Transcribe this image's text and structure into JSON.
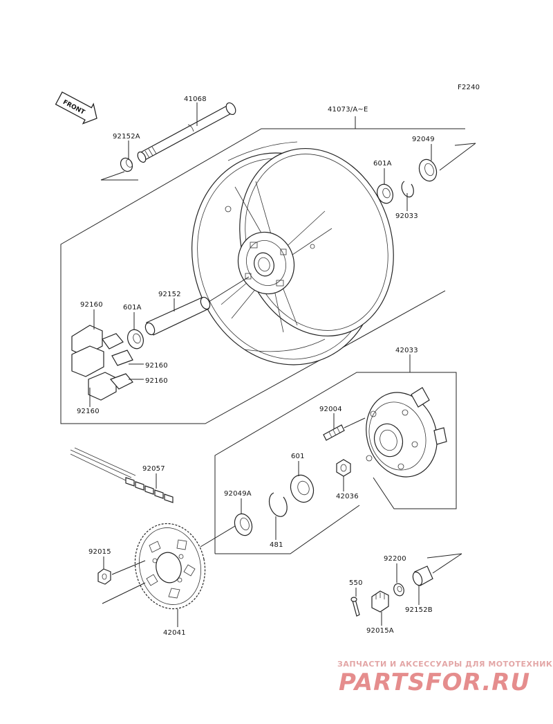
{
  "diagram": {
    "code": "F2240",
    "front_label": "FRONT",
    "part_labels": {
      "p41068": "41068",
      "p41073": "41073/A~E",
      "p92152A": "92152A",
      "p92049": "92049",
      "p601A_top": "601A",
      "p92033": "92033",
      "p92160_a": "92160",
      "p601A_left": "601A",
      "p92152": "92152",
      "p92160_b": "92160",
      "p92160_c": "92160",
      "p92160_d": "92160",
      "p42033": "42033",
      "p92004": "92004",
      "p92057": "92057",
      "p601": "601",
      "p92049A": "92049A",
      "p42036": "42036",
      "p481": "481",
      "p92015": "92015",
      "p92200": "92200",
      "p550": "550",
      "p92152B": "92152B",
      "p92015A": "92015A",
      "p42041": "42041"
    }
  },
  "watermark": {
    "tagline": "ЗАПЧАСТИ И АКСЕССУАРЫ ДЛЯ МОТОТЕХНИКИ",
    "brand": "PARTSFOR.RU"
  }
}
